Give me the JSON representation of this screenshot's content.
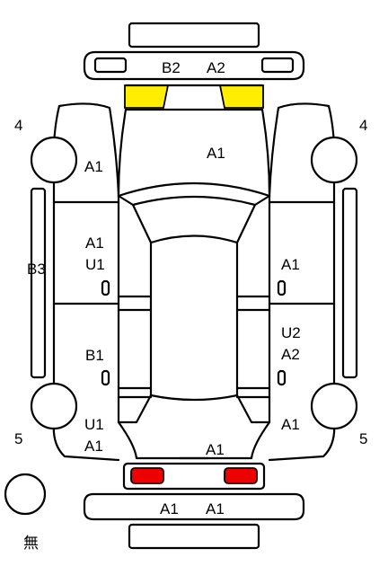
{
  "labels": {
    "front_bumper_left": "B2",
    "front_bumper_right": "A2",
    "hood": "A1",
    "front_left_fender": "A1",
    "left_front_door": [
      "A1",
      "U1"
    ],
    "left_sill": "B3",
    "left_rear_door": "B1",
    "left_quarter": [
      "U1",
      "A1"
    ],
    "right_front_door": "A1",
    "right_rear_door": [
      "U2",
      "A2"
    ],
    "right_quarter": "A1",
    "trunk": "A1",
    "rear_bumper_left": "A1",
    "rear_bumper_right": "A1",
    "wheel_front_left": "4",
    "wheel_front_right": "4",
    "wheel_rear_left": "5",
    "wheel_rear_right": "5",
    "door_zero_lf": "0",
    "door_zero_lr": "0",
    "door_zero_rf": "0",
    "door_zero_rr": "0",
    "spare_label": "無"
  },
  "colors": {
    "headlights": "#ffee00",
    "taillights": "#ee0000",
    "outline": "#000000"
  }
}
